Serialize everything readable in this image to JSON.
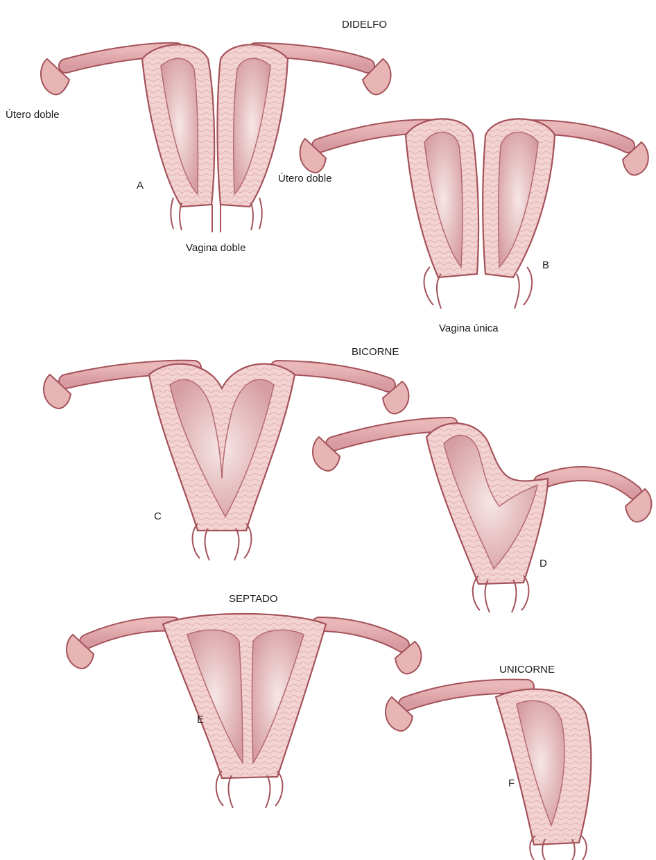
{
  "headings": {
    "didelfo": "DIDELFO",
    "bicorne": "BICORNE",
    "septado": "SEPTADO",
    "unicorne": "UNICORNE"
  },
  "labels": {
    "utero_doble_a": "Útero doble",
    "utero_doble_b": "Útero doble",
    "vagina_doble": "Vagina doble",
    "vagina_unica": "Vagina única"
  },
  "letters": {
    "a": "A",
    "b": "B",
    "c": "C",
    "d": "D",
    "e": "E",
    "f": "F"
  },
  "colors": {
    "outline": "#a4525a",
    "tissue": "#f1cdcb",
    "wall": "#e7b3b3",
    "cavity": "#d9a3a7",
    "cavity_highlight": "#f6e3e3",
    "fiber": "#c98a90"
  }
}
